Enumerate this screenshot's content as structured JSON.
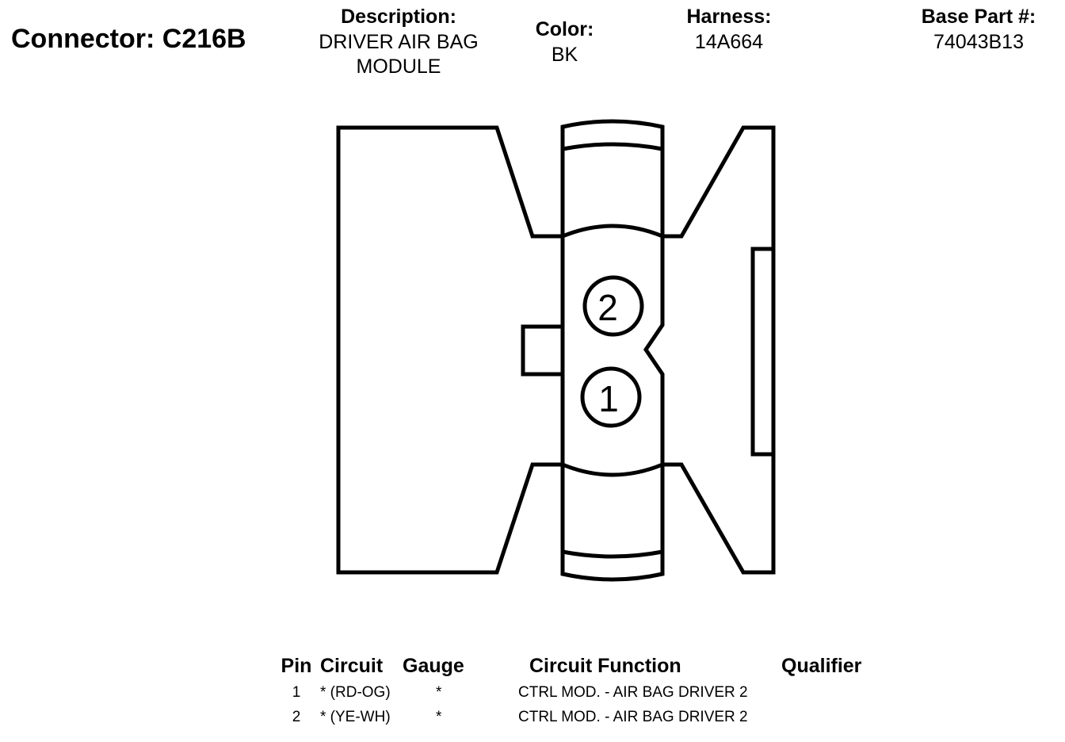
{
  "connector": {
    "title": "Connector: C216B"
  },
  "description": {
    "label": "Description:",
    "line1": "DRIVER AIR BAG",
    "line2": "MODULE"
  },
  "color": {
    "label": "Color:",
    "value": "BK"
  },
  "harness": {
    "label": "Harness:",
    "value": "14A664"
  },
  "base_part": {
    "label": "Base Part #:",
    "value": "74043B13"
  },
  "diagram": {
    "pin_labels": [
      "2",
      "1"
    ]
  },
  "pin_table": {
    "headers": {
      "pin": "Pin",
      "circuit": "Circuit",
      "gauge": "Gauge",
      "function": "Circuit Function",
      "qualifier": "Qualifier"
    },
    "rows": [
      {
        "pin": "1",
        "circuit": "* (RD-OG)",
        "gauge": "*",
        "function": "CTRL MOD. - AIR BAG DRIVER 2",
        "qualifier": ""
      },
      {
        "pin": "2",
        "circuit": "* (YE-WH)",
        "gauge": "*",
        "function": "CTRL MOD. - AIR BAG DRIVER 2",
        "qualifier": ""
      }
    ]
  }
}
